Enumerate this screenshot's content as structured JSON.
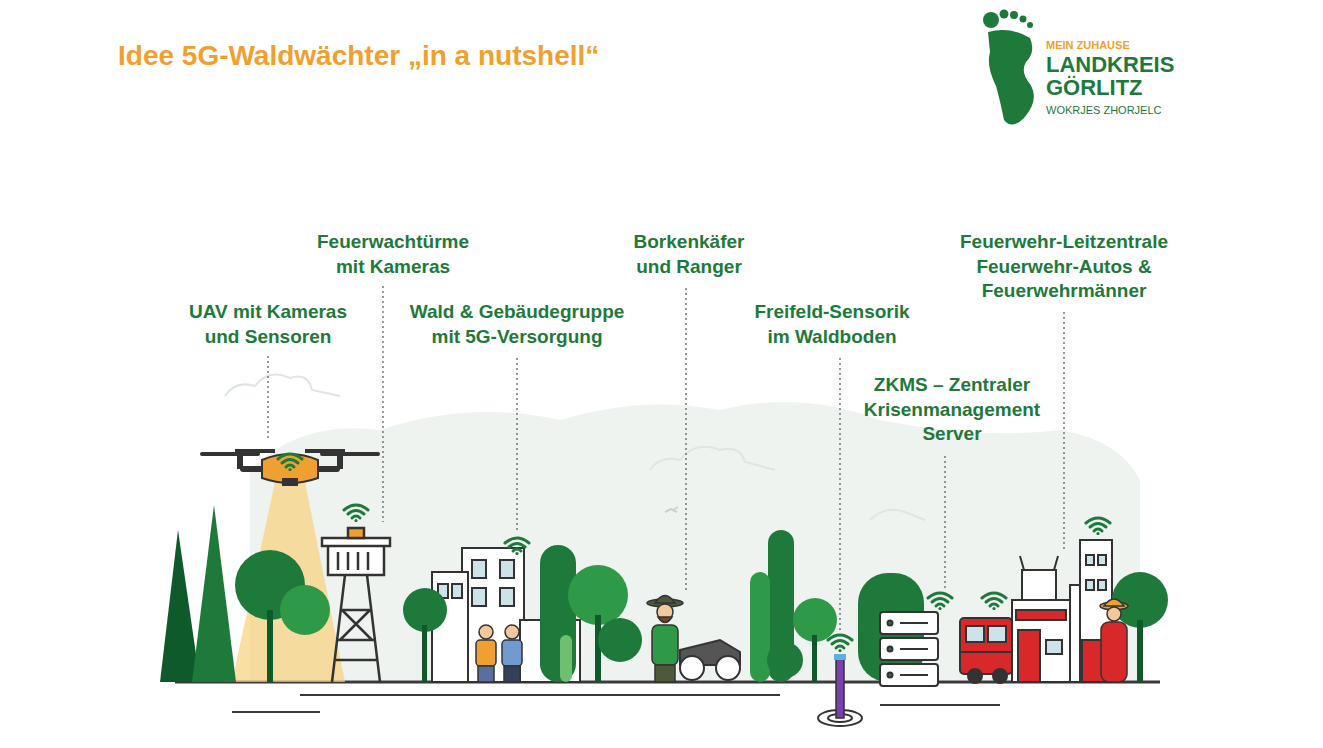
{
  "diagram": {
    "title": "Idee 5G-Waldwächter „in a nutshell“",
    "labels": [
      "MEIN ZUHAUSE",
      "LANDKREIS GÖRLITZ",
      "WOKRJES ZHORJELC",
      "UAV mit Kameras und Sensoren",
      "Feuerwachtürme mit Kameras",
      "Wald & Gebäudegruppe mit 5G-Versorgung",
      "Borkenkäfer und Ranger",
      "Freifeld-Sensorik im Waldboden",
      "ZKMS – Zentraler Krisenmanagement Server",
      "Feuerwehr-Leitzentrale Feuerwehr-Autos & Feuerwehrmänner"
    ]
  }
}
